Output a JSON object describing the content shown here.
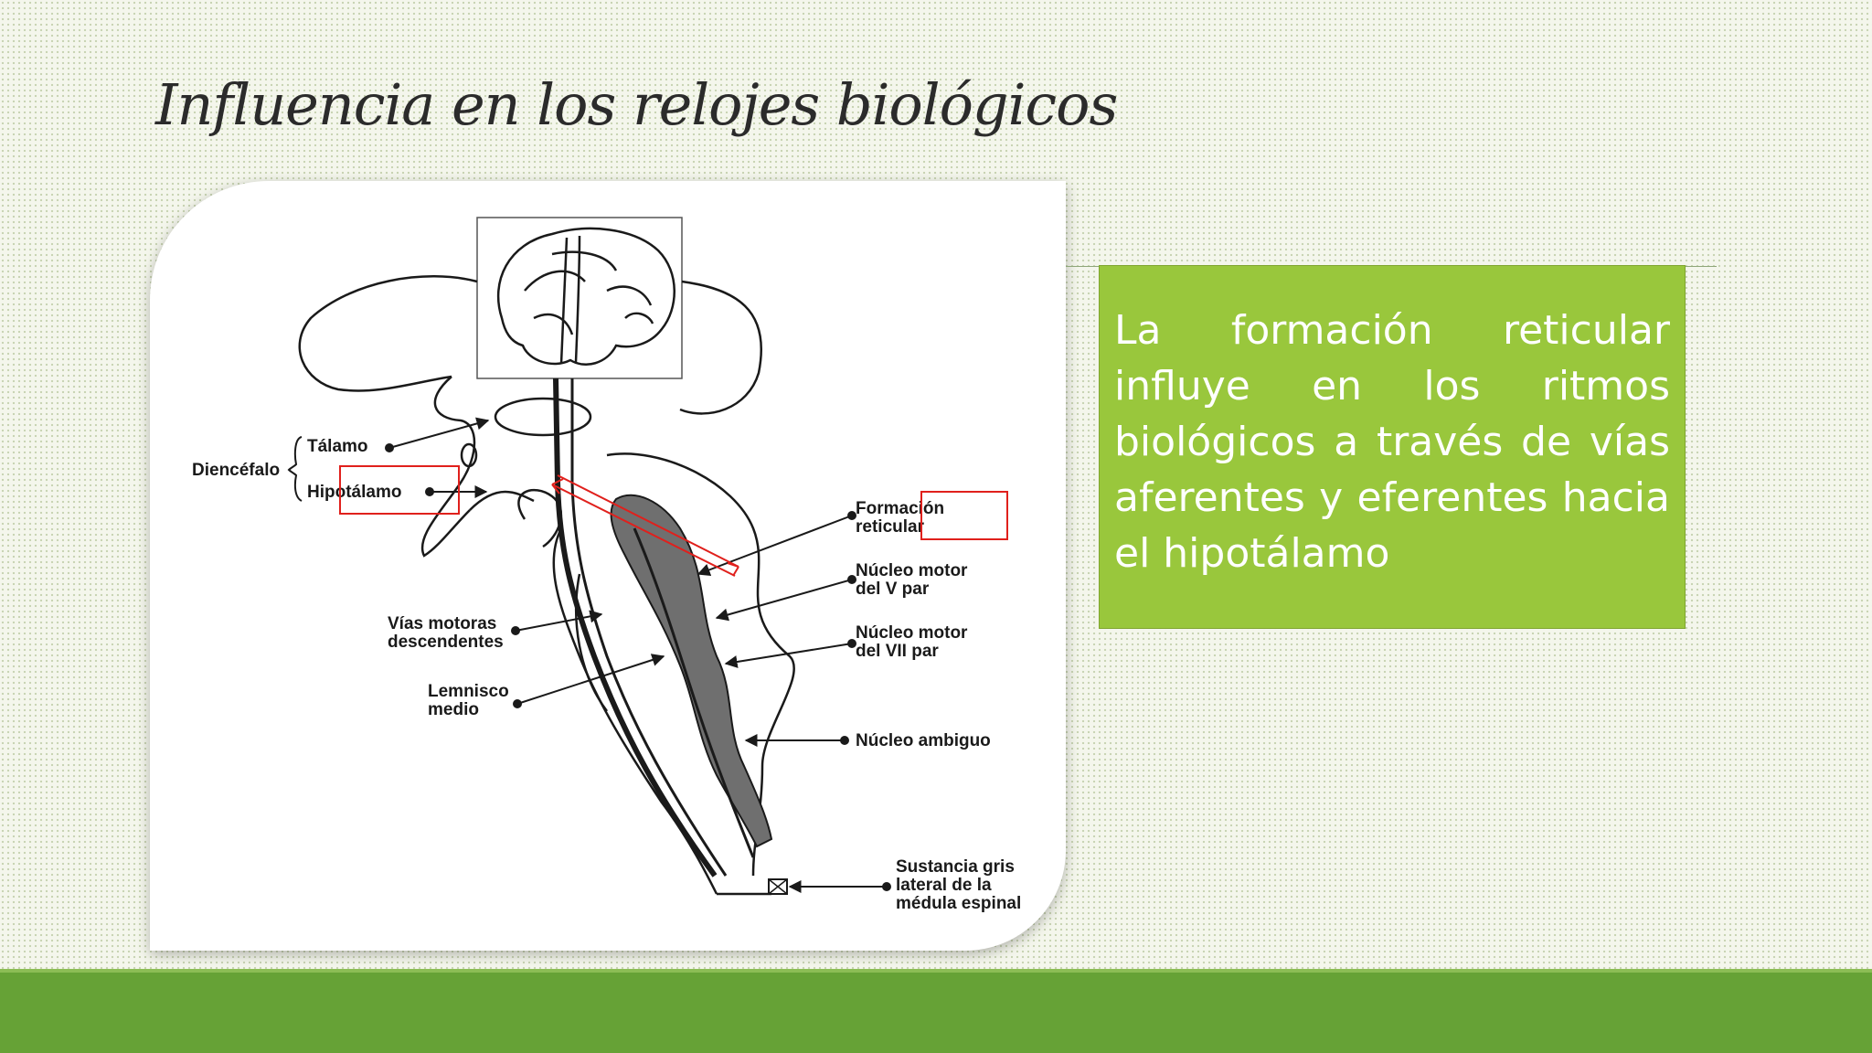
{
  "slide": {
    "title": "Influencia en los relojes biológicos",
    "body_text": "La formación reticular influye en los ritmos biológicos a través de vías aferentes y eferentes hacia el hipotálamo"
  },
  "diagram": {
    "labels": {
      "diencefalo": "Diencéfalo",
      "talamo": "Tálamo",
      "hipotalamo": "Hipotálamo",
      "formacion_1": "Formación",
      "formacion_2": "reticular",
      "nucleo_v_1": "Núcleo motor",
      "nucleo_v_2": "del V par",
      "vias_1": "Vías motoras",
      "vias_2": "descendentes",
      "nucleo_vii_1": "Núcleo motor",
      "nucleo_vii_2": "del VII par",
      "lemnisco_1": "Lemnisco",
      "lemnisco_2": "medio",
      "ambiguo": "Núcleo ambiguo",
      "sustancia_1": "Sustancia gris",
      "sustancia_2": "lateral de la",
      "sustancia_3": "médula espinal"
    },
    "highlight_color": "#e0201c"
  },
  "colors": {
    "text_box_bg": "#99c73c",
    "bottom_bar": "#66a236"
  }
}
